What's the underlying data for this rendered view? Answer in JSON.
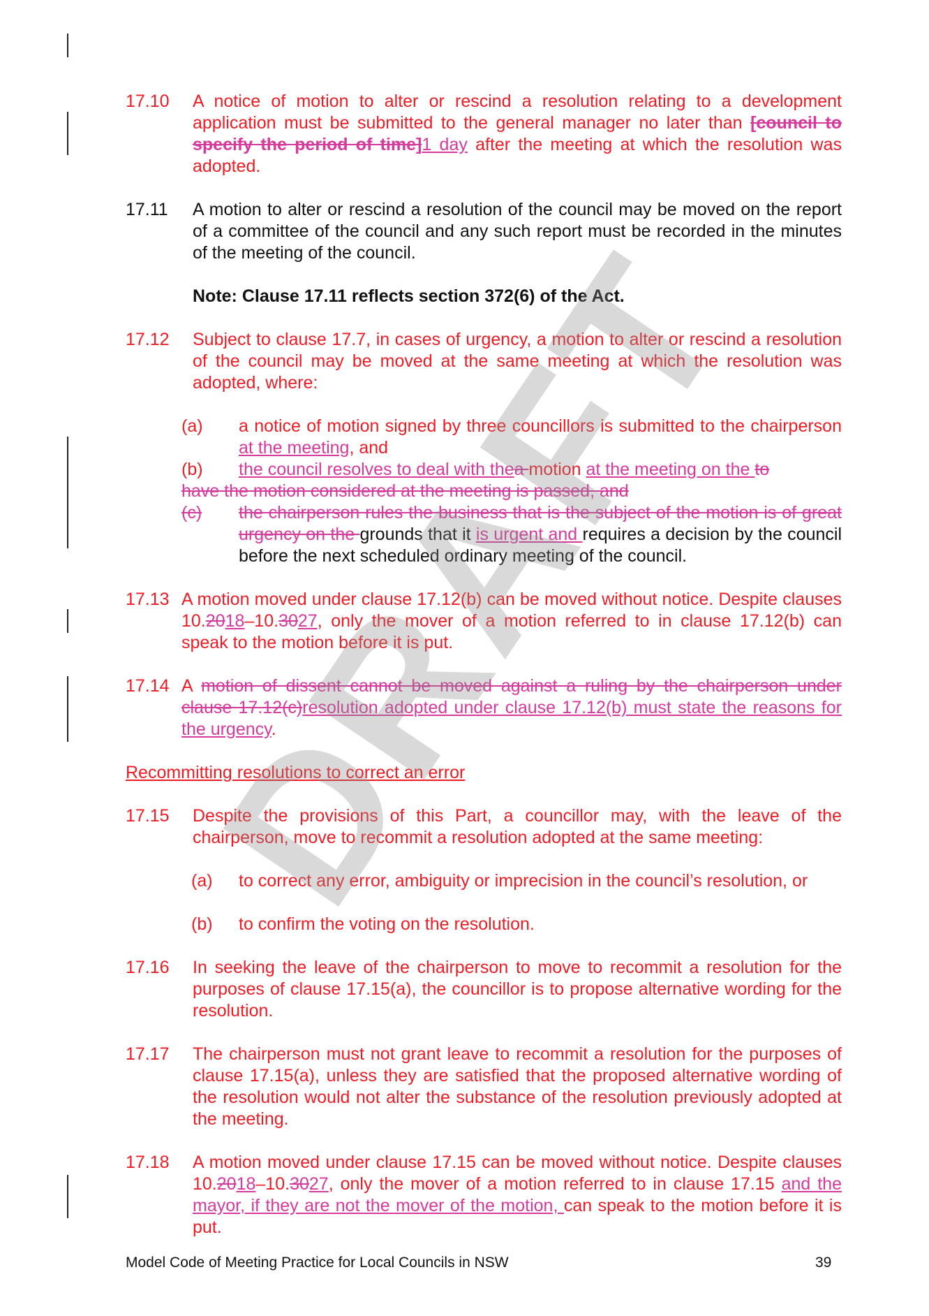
{
  "p1710": {
    "num": "17.10",
    "a": "A notice of motion to alter or rescind a resolution relating to a development application must be submitted to the general manager no later than ",
    "del": "[council to specify the period of time]",
    "ins": "1 day",
    "b": " after the meeting at which the resolution was adopted."
  },
  "p1711": {
    "num": "17.11",
    "text": "A motion to alter or rescind a resolution of the council may be moved on the report of a committee of the council and any such report must be recorded in the minutes of the meeting of the council.",
    "note": "Note: Clause 17.11 reflects section 372(6) of the Act."
  },
  "p1712": {
    "num": "17.12",
    "text": "Subject to clause 17.7, in cases of urgency, a motion to alter or rescind a resolution of the council may be moved at the same meeting at which the resolution was adopted, where:",
    "a_lbl": "(a)",
    "a_text": "a notice of motion signed by three councillors is submitted to the chairperson",
    "a_ins": " at the meeting",
    "a_end": ", and",
    "b_lbl": "(b)",
    "b_ins1": "the council resolves to deal with the",
    "b_del1": "a ",
    "b_ins2": " ",
    "b_text1": "motion ",
    "b_ins3": "at the meeting on the ",
    "b_del2": "to",
    "b_del_line": "have the motion considered at the meeting is passed, and",
    "c_lbl": "(c)",
    "c_del": "the chairperson rules the business that is the subject of the motion is of great urgency on the ",
    "c_text1": "grounds that it ",
    "c_ins": "is urgent and ",
    "c_text2": "requires a decision by the council before the next scheduled ordinary meeting of the council."
  },
  "p1713": {
    "num": "17.13",
    "a": "A motion moved under clause 17.12(b) can be moved without notice. Despite clauses 10.",
    "del1": "20",
    "ins1": "18",
    "b": "–10.",
    "del2": "30",
    "ins2": "27",
    "c": ", only the mover of a motion referred to in clause 17.12(b) can speak to the motion before it is put."
  },
  "p1714": {
    "num": "17.14",
    "a": "A ",
    "del": "motion of dissent cannot be moved against a ruling by the chairperson under clause 17.12(c)",
    "ins": "resolution adopted under clause 17.12(b) must state the reasons for the urgency",
    "b": "."
  },
  "heading": "Recommitting resolutions to correct an error",
  "p1715": {
    "num": "17.15",
    "text": "Despite the provisions of this Part, a councillor may, with the leave of the chairperson, move to recommit a resolution adopted at the same meeting:",
    "a_lbl": "(a)",
    "a_text": "to correct any error, ambiguity or imprecision in the council’s resolution, or",
    "b_lbl": "(b)",
    "b_text": "to confirm the voting on the resolution."
  },
  "p1716": {
    "num": "17.16",
    "text": "In seeking the leave of the chairperson to move to recommit a resolution for the purposes of clause 17.15(a), the councillor is to propose alternative wording for the resolution."
  },
  "p1717": {
    "num": "17.17",
    "text": "The chairperson must not grant leave to recommit a resolution for the purposes of clause 17.15(a), unless they are satisfied that the proposed alternative wording of the resolution would not alter the substance of the resolution previously adopted at the meeting."
  },
  "p1718": {
    "num": "17.18",
    "a": "A motion moved under clause 17.15 can be moved without notice. Despite clauses 10.",
    "del1": "20",
    "ins1": "18",
    "b": "–10.",
    "del2": "30",
    "ins2": "27",
    "c": ", only the mover of a motion referred to in clause 17.15 ",
    "ins3": "and the mayor, if they are not the mover of the motion, ",
    "d": "can speak to the motion before it is put."
  },
  "watermark": "DRAFT",
  "footer": {
    "title": "Model Code of Meeting Practice for Local Councils in NSW",
    "page": "39"
  }
}
